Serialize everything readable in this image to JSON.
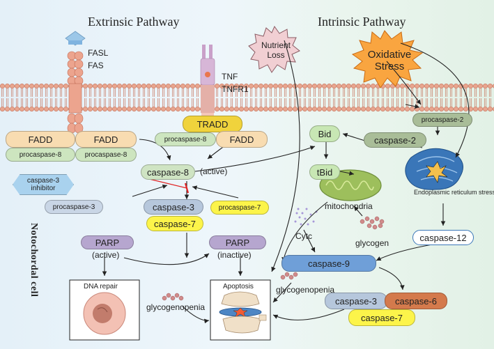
{
  "titles": {
    "extrinsic": "Extrinsic Pathway",
    "intrinsic": "Intrinsic Pathway",
    "cell": "Notochordal cell"
  },
  "receptors": {
    "fasl": "FASL",
    "fas": "FAS",
    "tnf": "TNF",
    "tnfr1": "TNFR1"
  },
  "stress": {
    "nutrient_loss": "Nutrient Loss",
    "oxidative": "Oxidative Stress"
  },
  "nodes": {
    "fadd_left": "FADD",
    "fadd_mid": "FADD",
    "fadd_right": "FADD",
    "procaspase8_left": "procaspase-8",
    "procaspase8_mid": "procaspase-8",
    "procaspase8_right": "procaspase-8",
    "tradd": "TRADD",
    "caspase8": "caspase-8",
    "caspase8_active": "(active)",
    "caspase3_inhibitor": "caspase-3 inhibitor",
    "procaspase3": "procaspase-3",
    "caspase3": "caspase-3",
    "caspase7": "caspase-7",
    "procaspase7": "procaspase-7",
    "parp_active": "PARP",
    "parp_active_state": "(active)",
    "parp_inactive": "PARP",
    "parp_inactive_state": "(inactive)",
    "dna_repair": "DNA repair",
    "apoptosis": "Apoptosis",
    "glycogenopenia_left": "glycogenopenia",
    "glycogenopenia_right": "glycogenopenia",
    "bid": "Bid",
    "tbid": "tBid",
    "procaspase2": "procaspase-2",
    "caspase2": "caspase-2",
    "mitochondria": "mitochondria",
    "er_stress": "Endoplasmic reticulum stress",
    "cytc": "Cytc",
    "glycogen": "glycogen",
    "caspase12": "caspase-12",
    "caspase9": "caspase-9",
    "caspase3_right": "caspase-3",
    "caspase6": "caspase-6",
    "caspase7_right": "caspase-7"
  },
  "colors": {
    "fadd": "#f8dcb1",
    "procaspase8": "#cde5bf",
    "tradd": "#f0d33c",
    "caspase8": "#cfe4c3",
    "inhibitor": "#a9d2ee",
    "procaspase3": "#c9d6e6",
    "caspase3": "#b6c7dc",
    "caspase7": "#fcf44a",
    "parp": "#b6a6cf",
    "bid": "#c8e7b4",
    "caspase2": "#a9bd98",
    "caspase9": "#6f9fd8",
    "caspase6": "#d47a4c",
    "caspase12": "#ffffff",
    "nutrient": "#f1cfd3",
    "oxidative": "#f9a540",
    "membrane": "#e8a58e"
  }
}
